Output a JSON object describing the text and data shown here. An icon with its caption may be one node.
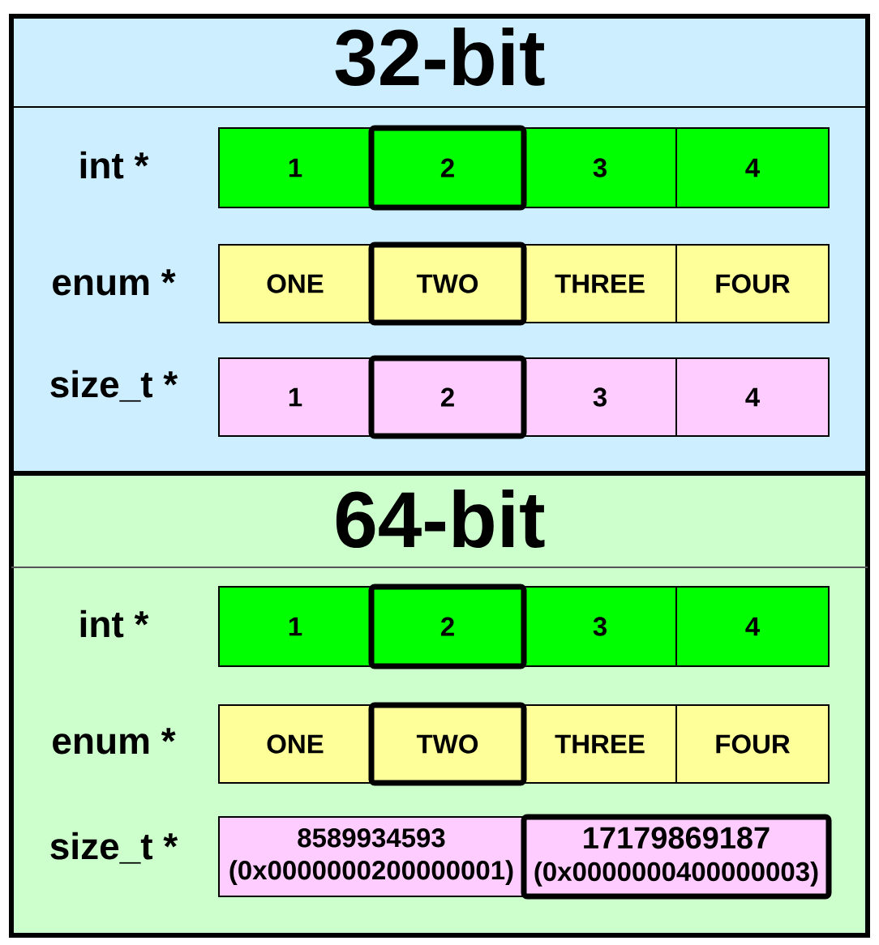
{
  "diagram": {
    "nodes": [
      {
        "text": [
          "32-bit"
        ]
      },
      {
        "text": [
          "1"
        ],
        "in": 0
      },
      {
        "text": [
          "2"
        ],
        "in": 0
      },
      {
        "text": [
          "3"
        ],
        "in": 0
      },
      {
        "text": [
          "4"
        ],
        "in": 0
      },
      {
        "text": [
          "ONE"
        ],
        "in": 0
      },
      {
        "text": [
          "TWO"
        ],
        "in": 0
      },
      {
        "text": [
          "THREE"
        ],
        "in": 0
      },
      {
        "text": [
          "FOUR"
        ],
        "in": 0
      },
      {
        "text": [
          "1"
        ],
        "in": 0
      },
      {
        "text": [
          "2"
        ],
        "in": 0
      },
      {
        "text": [
          "3"
        ],
        "in": 0
      },
      {
        "text": [
          "4"
        ],
        "in": 0
      },
      {
        "text": [
          "64-bit"
        ]
      },
      {
        "text": [
          "1"
        ],
        "in": 13
      },
      {
        "text": [
          "2"
        ],
        "in": 13
      },
      {
        "text": [
          "3"
        ],
        "in": 13
      },
      {
        "text": [
          "4"
        ],
        "in": 13
      },
      {
        "text": [
          "ONE"
        ],
        "in": 13
      },
      {
        "text": [
          "TWO"
        ],
        "in": 13
      },
      {
        "text": [
          "THREE"
        ],
        "in": 13
      },
      {
        "text": [
          "FOUR"
        ],
        "in": 13
      },
      {
        "text": [
          "8589934593",
          "(0x0000000200000001)"
        ],
        "in": 13
      },
      {
        "text": [
          "17179869187",
          "(0x0000000400000003)"
        ],
        "in": 13
      }
    ],
    "labels": [
      "int *",
      "enum *",
      "size_t *",
      "int *",
      "enum *",
      "size_t *"
    ]
  }
}
